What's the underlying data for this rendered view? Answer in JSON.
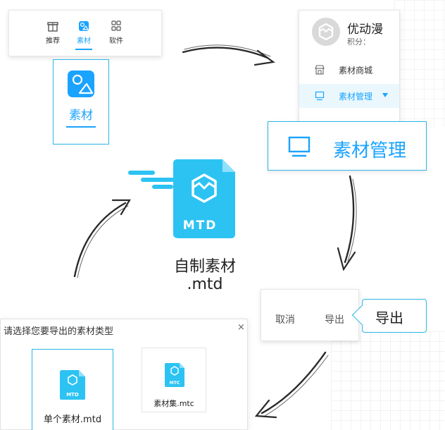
{
  "nav": {
    "tabs": [
      {
        "label": "推荐",
        "icon": "recommend-icon"
      },
      {
        "label": "素材",
        "icon": "material-icon"
      },
      {
        "label": "软件",
        "icon": "software-icon"
      }
    ],
    "active_index": 1
  },
  "callout_material": {
    "label": "素材",
    "icon": "material-icon"
  },
  "profile_menu": {
    "username": "优动漫",
    "points_label": "积分：",
    "items": [
      {
        "label": "素材商城",
        "icon": "store-icon"
      },
      {
        "label": "素材管理",
        "icon": "monitor-icon"
      }
    ],
    "selected_index": 1
  },
  "callout_manage": {
    "label": "素材管理",
    "icon": "monitor-icon"
  },
  "center": {
    "badge": "MTD",
    "caption_line1": "自制素材",
    "caption_line2": ".mtd"
  },
  "export_menu": {
    "cancel_label": "取消",
    "export_label": "导出"
  },
  "callout_export": {
    "label": "导出"
  },
  "dialog": {
    "title": "请选择您要导出的素材类型",
    "close_glyph": "×",
    "options": [
      {
        "label": "单个素材.mtd",
        "badge": "MTD",
        "selected": true
      },
      {
        "label": "素材集.mtc",
        "badge": "MTC",
        "selected": false
      }
    ]
  },
  "colors": {
    "accent": "#1aa3ff",
    "callout_border": "#2bb4e6",
    "file_icon": "#2cc3f3"
  }
}
